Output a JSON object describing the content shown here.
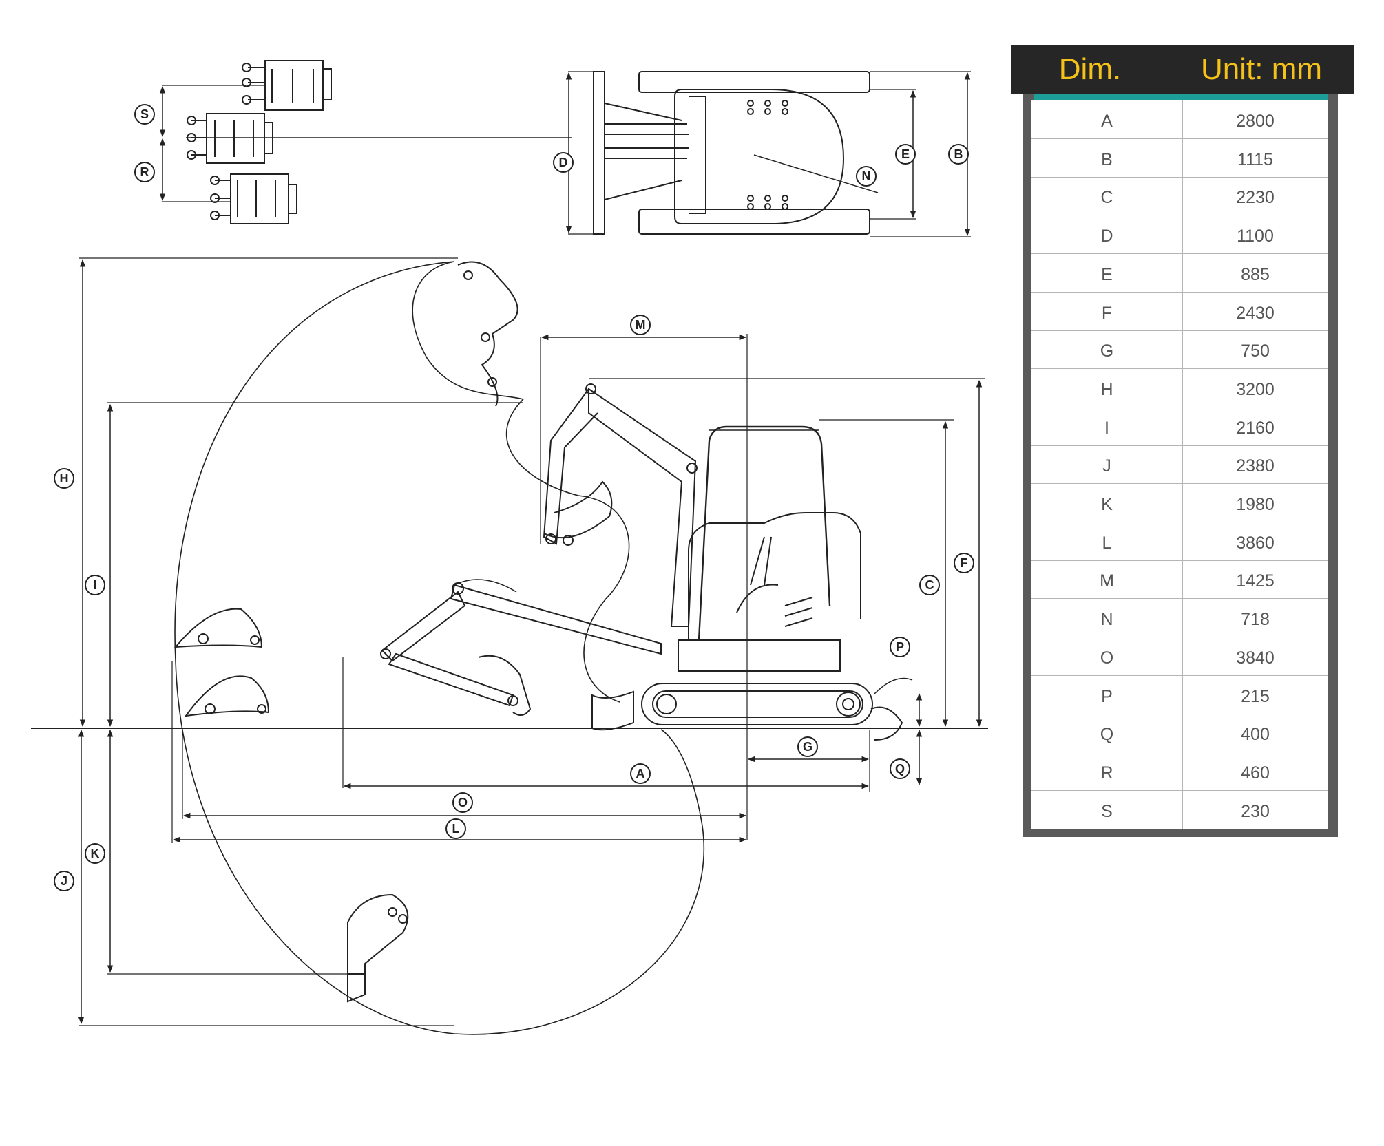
{
  "table": {
    "header": {
      "dim": "Dim.",
      "unit": "Unit: mm"
    },
    "rows": [
      {
        "dim": "A",
        "value": "2800"
      },
      {
        "dim": "B",
        "value": "1115"
      },
      {
        "dim": "C",
        "value": "2230"
      },
      {
        "dim": "D",
        "value": "1100"
      },
      {
        "dim": "E",
        "value": "885"
      },
      {
        "dim": "F",
        "value": "2430"
      },
      {
        "dim": "G",
        "value": "750"
      },
      {
        "dim": "H",
        "value": "3200"
      },
      {
        "dim": "I",
        "value": "2160"
      },
      {
        "dim": "J",
        "value": "2380"
      },
      {
        "dim": "K",
        "value": "1980"
      },
      {
        "dim": "L",
        "value": "3860"
      },
      {
        "dim": "M",
        "value": "1425"
      },
      {
        "dim": "N",
        "value": "718"
      },
      {
        "dim": "O",
        "value": "3840"
      },
      {
        "dim": "P",
        "value": "215"
      },
      {
        "dim": "Q",
        "value": "400"
      },
      {
        "dim": "R",
        "value": "460"
      },
      {
        "dim": "S",
        "value": "230"
      }
    ]
  },
  "diagram": {
    "labels": {
      "A": "A",
      "B": "B",
      "C": "C",
      "D": "D",
      "E": "E",
      "F": "F",
      "G": "G",
      "H": "H",
      "I": "I",
      "J": "J",
      "K": "K",
      "L": "L",
      "M": "M",
      "N": "N",
      "O": "O",
      "P": "P",
      "Q": "Q",
      "R": "R",
      "S": "S"
    }
  }
}
